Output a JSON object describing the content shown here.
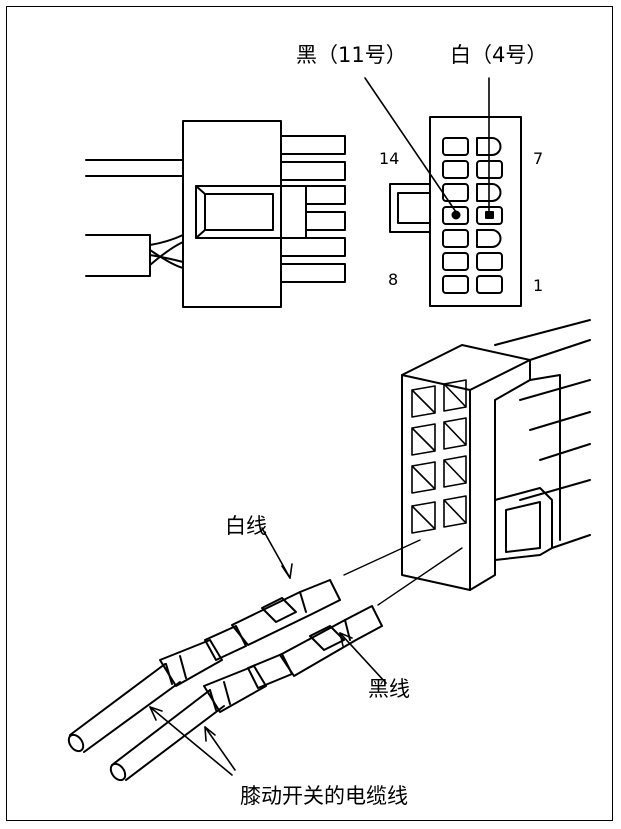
{
  "labels": {
    "black_pin": "黑（11号）",
    "white_pin": "白（4号）",
    "pin_14": "14",
    "pin_7": "7",
    "pin_8": "8",
    "pin_1": "1",
    "white_wire": "白线",
    "black_wire": "黑线",
    "cable": "膝动开关的电缆线"
  },
  "colors": {
    "ink": "#000000",
    "paper": "#ffffff"
  }
}
